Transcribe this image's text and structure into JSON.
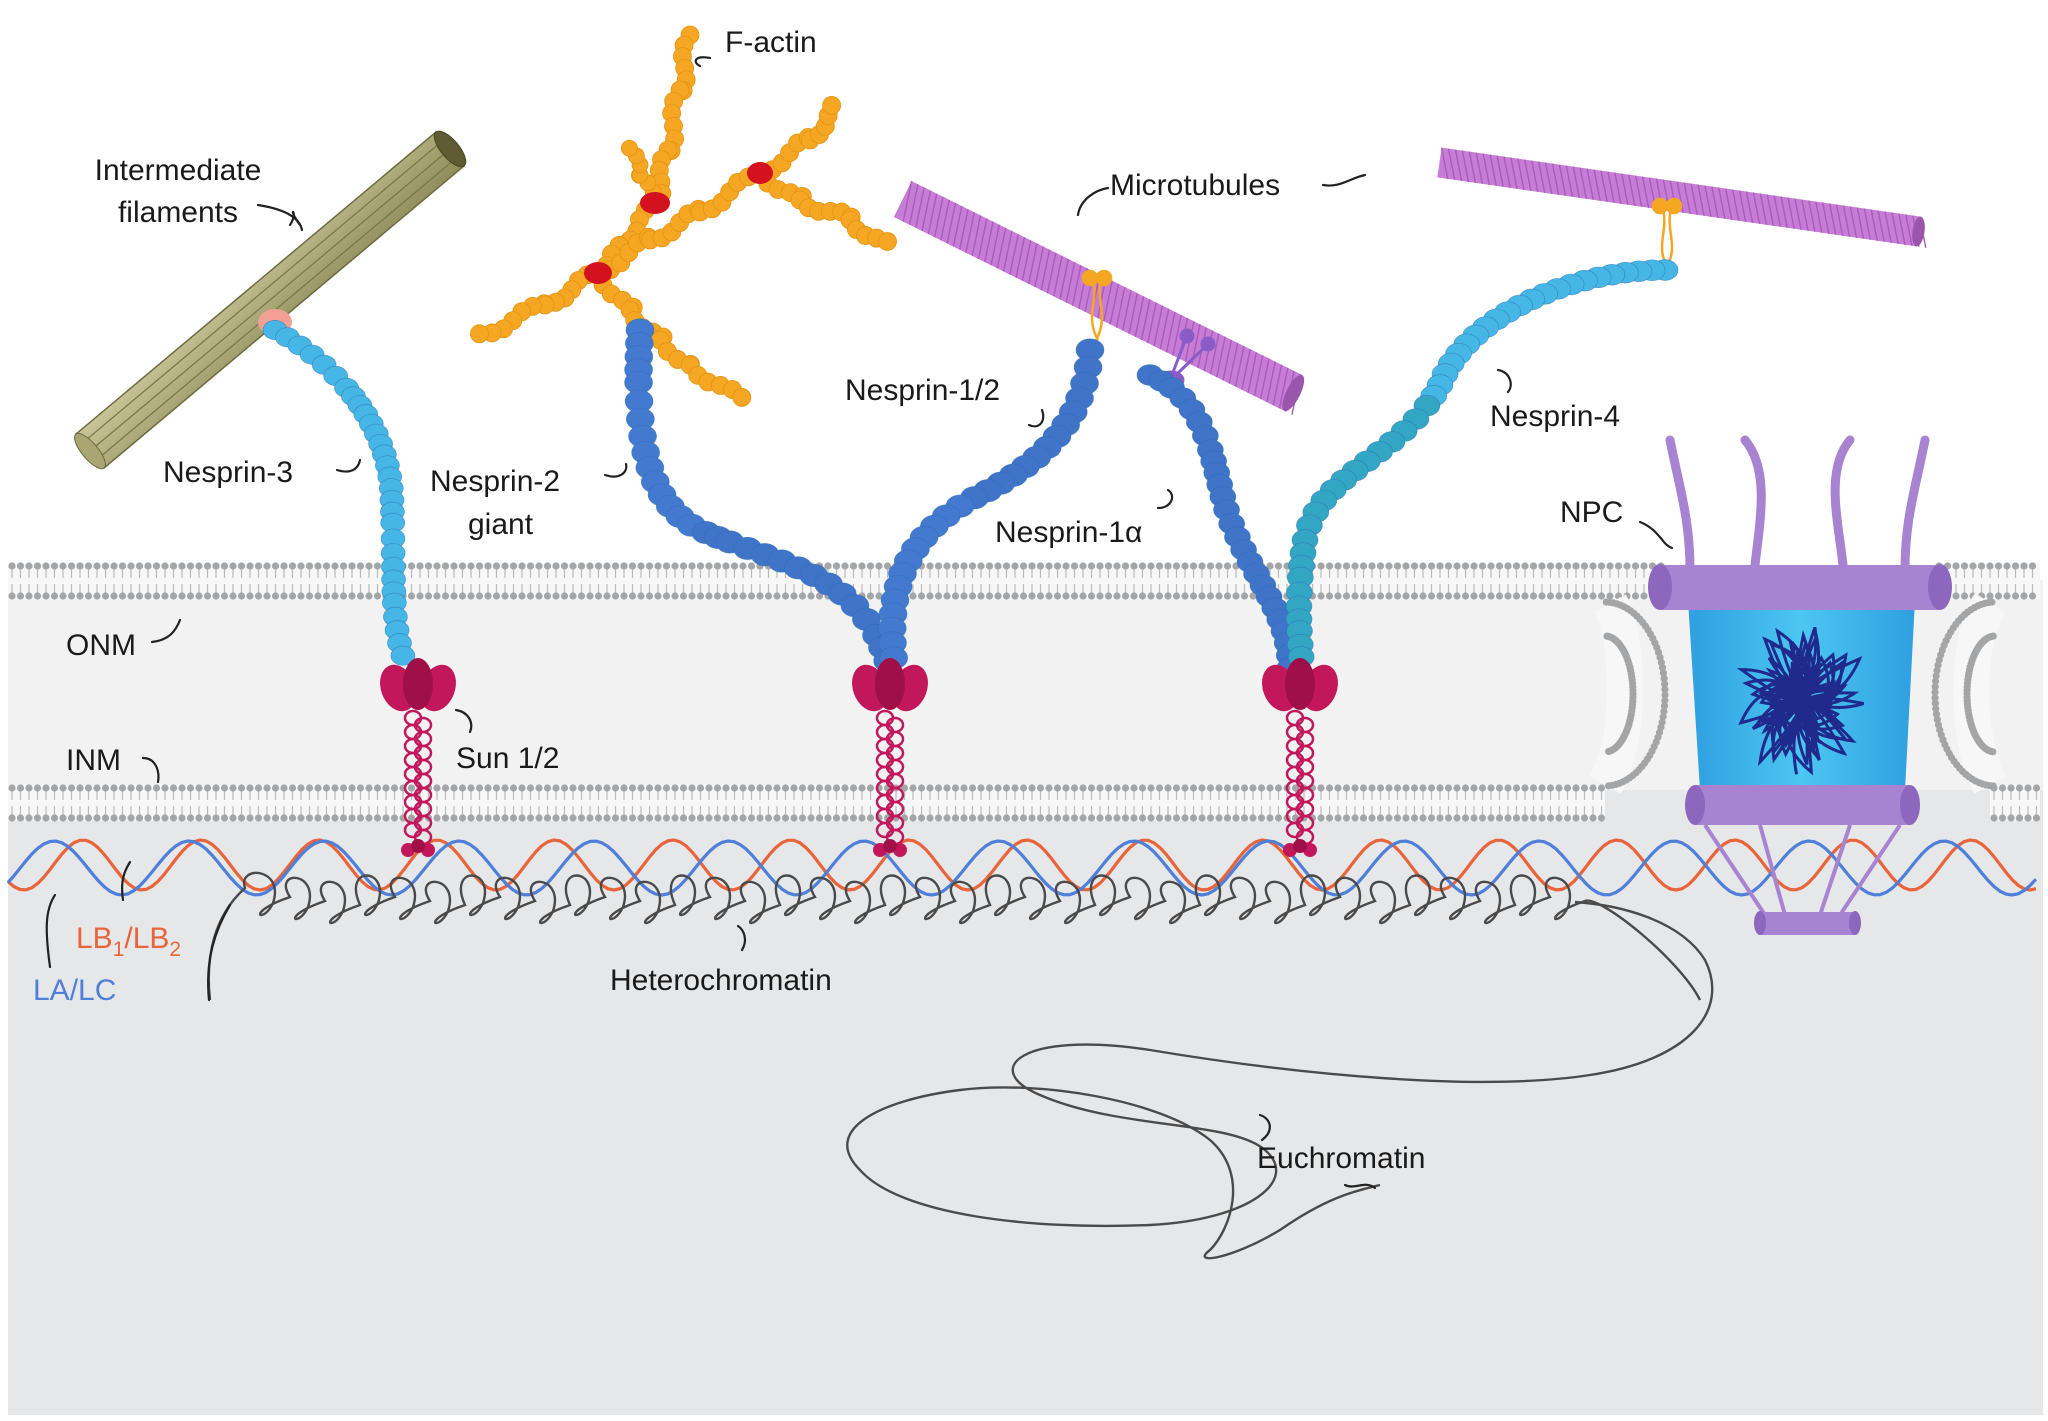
{
  "labels": {
    "intermediate_filaments_line1": "Intermediate",
    "intermediate_filaments_line2": "filaments",
    "f_actin": "F-actin",
    "microtubules": "Microtubules",
    "nesprin_3": "Nesprin-3",
    "nesprin_2_line1": "Nesprin-2",
    "nesprin_2_line2": "giant",
    "nesprin_1_2": "Nesprin-1/2",
    "nesprin_1_alpha": "Nesprin-1α",
    "nesprin_4": "Nesprin-4",
    "npc": "NPC",
    "onm": "ONM",
    "inm": "INM",
    "sun": "Sun 1/2",
    "lb_main_1": "LB",
    "lb_sub_1": "1",
    "lb_slash": "/LB",
    "lb_sub_2": "2",
    "la_lc": "LA/LC",
    "heterochromatin": "Heterochromatin",
    "euchromatin": "Euchromatin"
  },
  "colors": {
    "background": "#e6e7e8",
    "perinuclear": "#f2f2f2",
    "membrane_head": "#a3a5a7",
    "intermediate_filament": "#b4b27f",
    "f_actin": "#f5a623",
    "actin_node": "#d4111e",
    "microtubule": "#c77dd6",
    "nesprin_light": "#45b6e5",
    "nesprin_dark": "#3f74c8",
    "sun": "#c2185b",
    "npc_purple": "#a783d1",
    "npc_blue": "#3bb0ea",
    "lamin_b": "#e8643a",
    "lamin_a": "#4f7fd8",
    "chromatin": "#4a4a4a"
  },
  "icons": [
    "intermediate-filament",
    "f-actin-network",
    "microtubule",
    "nesprin-chain",
    "sun-trimer",
    "nuclear-pore-complex",
    "lamin-fiber",
    "chromatin-fiber"
  ]
}
